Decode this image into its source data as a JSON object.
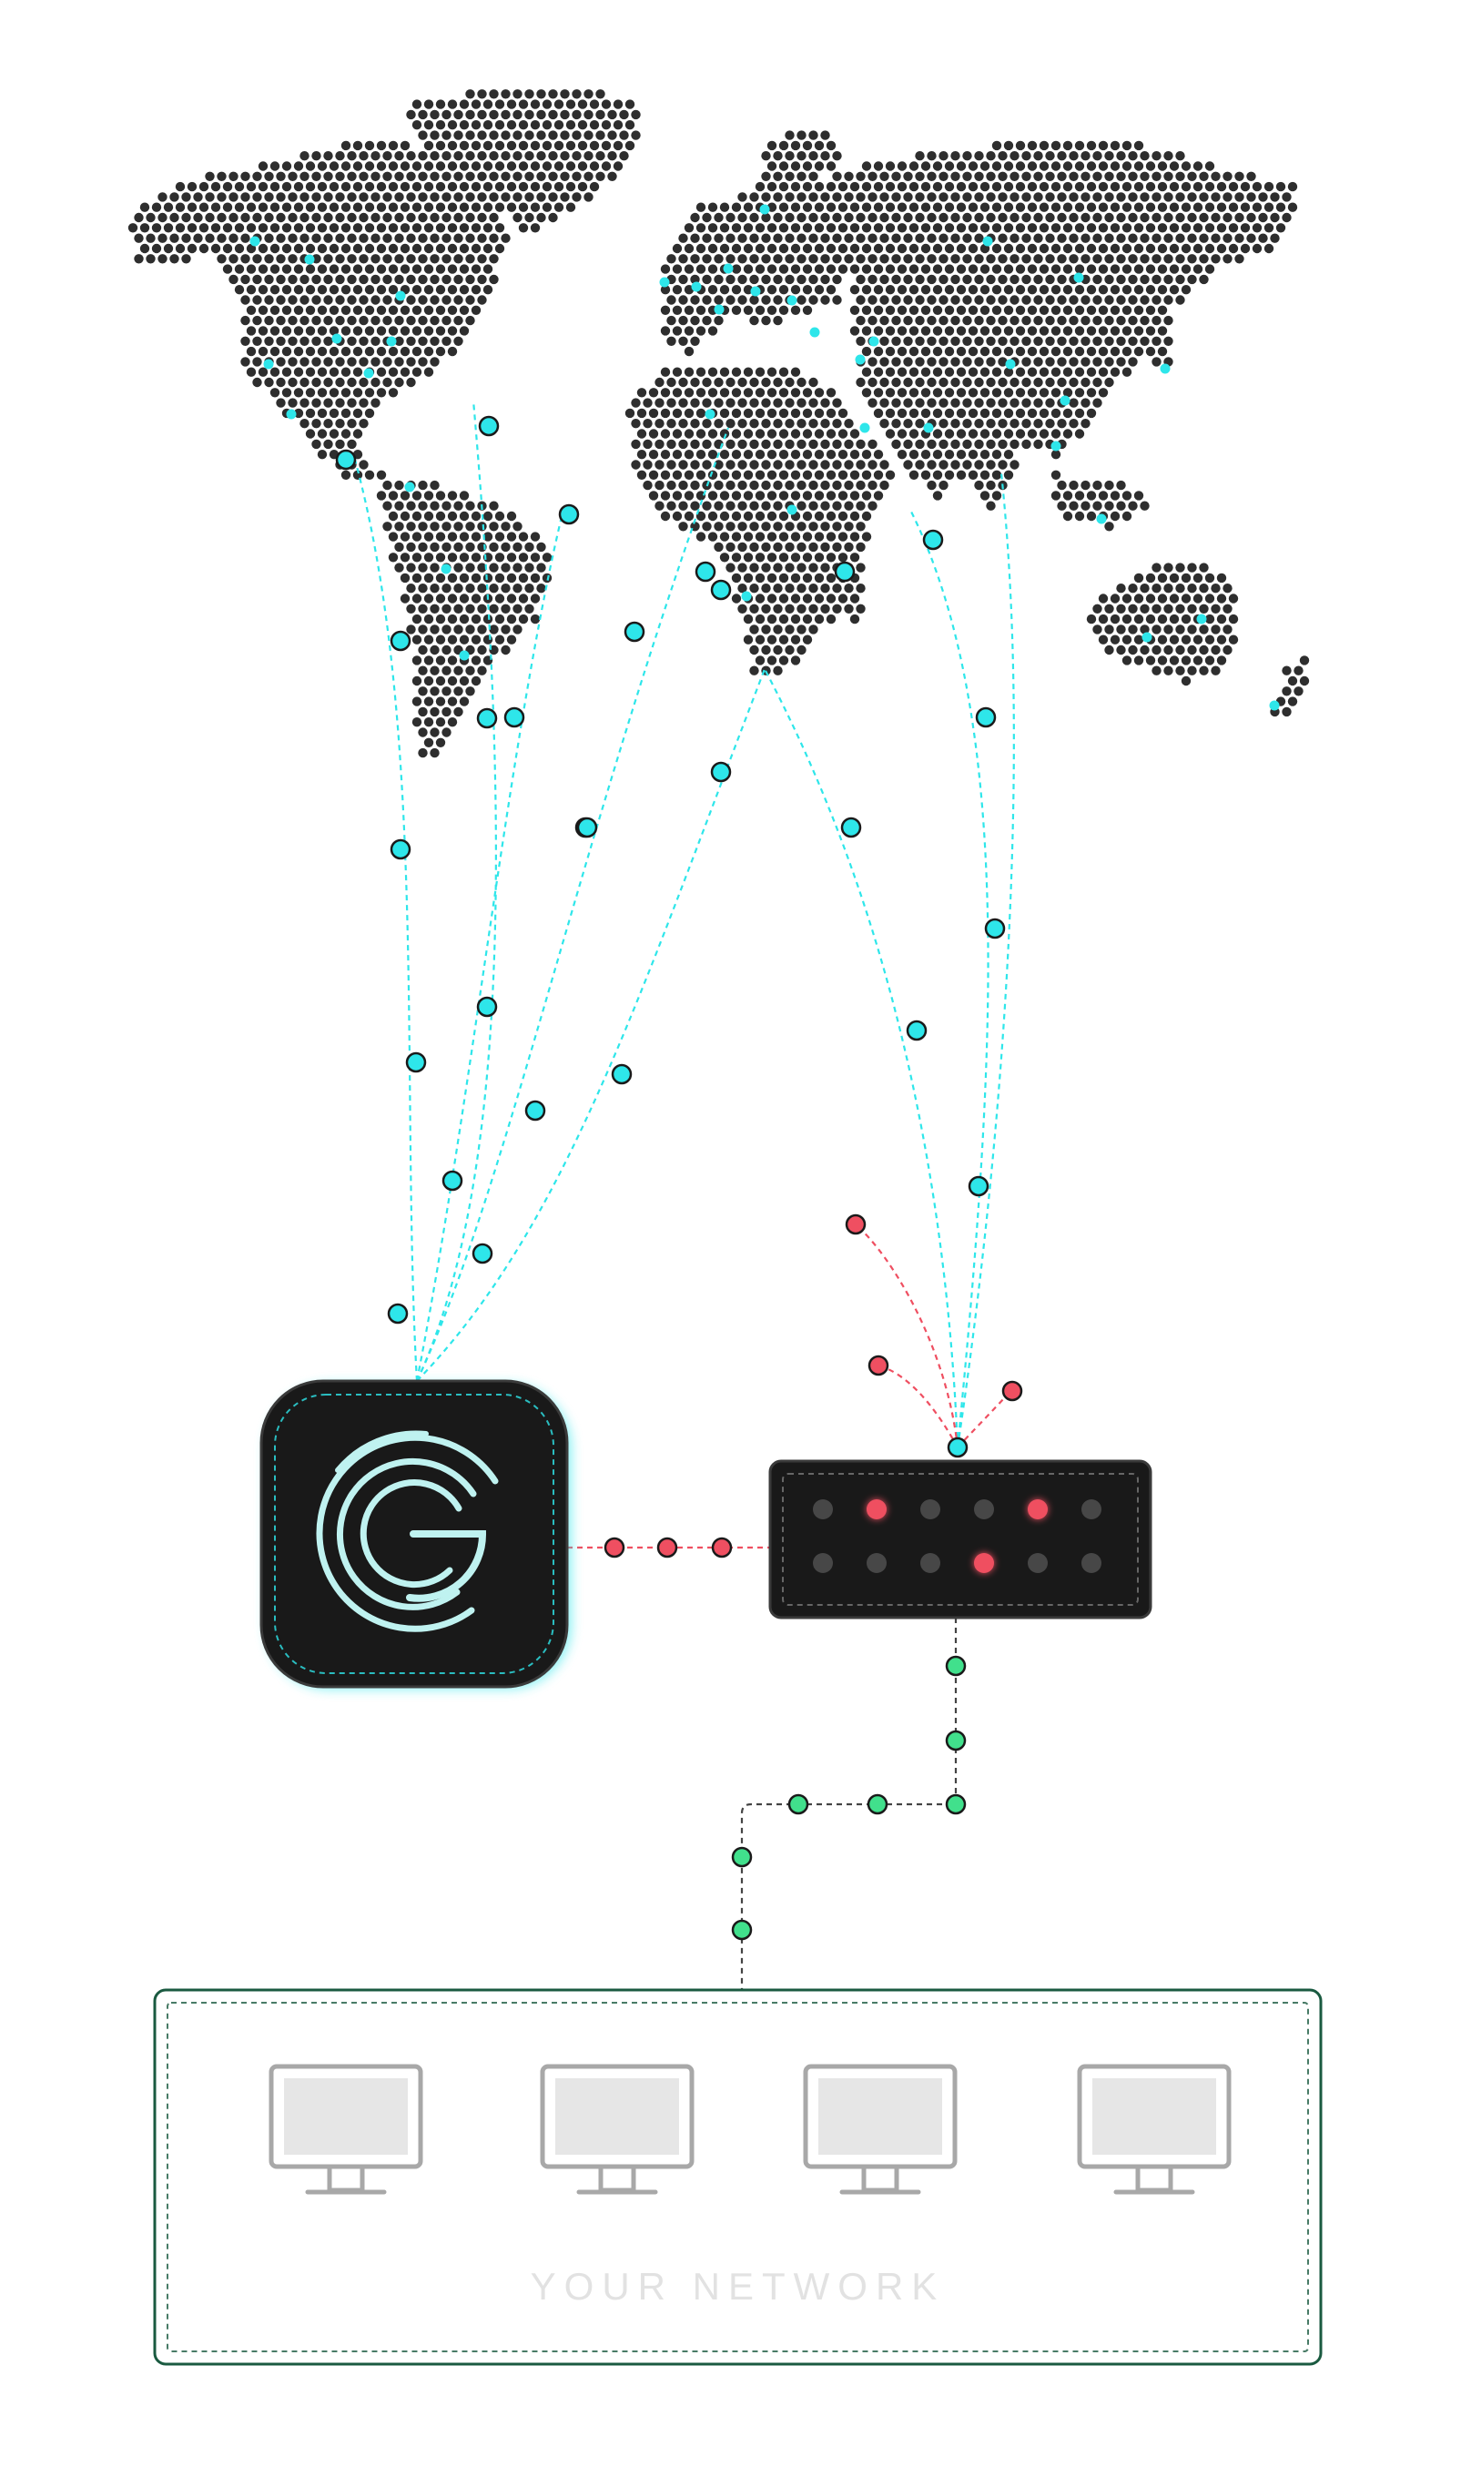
{
  "network": {
    "label": "YOUR NETWORK",
    "computer_count": 4
  },
  "icons": {
    "map": "world-map-icon",
    "gateway": "g-logo-icon",
    "router": "router-switch-icon",
    "computer": "monitor-icon",
    "node": "connection-node-icon"
  },
  "switch_ports": {
    "rows": 2,
    "columns": 6,
    "active": [
      [
        0,
        1
      ],
      [
        0,
        4
      ],
      [
        1,
        3
      ]
    ]
  },
  "colors": {
    "map_dot": "#2e2e2e",
    "internet": "#2ee6ea",
    "threat": "#ef4f61",
    "trusted": "#41e08c",
    "device_body": "#191919",
    "computer": "#a8a8a8",
    "computer_screen": "#e6e6e6",
    "network_border": "#1a5a40"
  }
}
